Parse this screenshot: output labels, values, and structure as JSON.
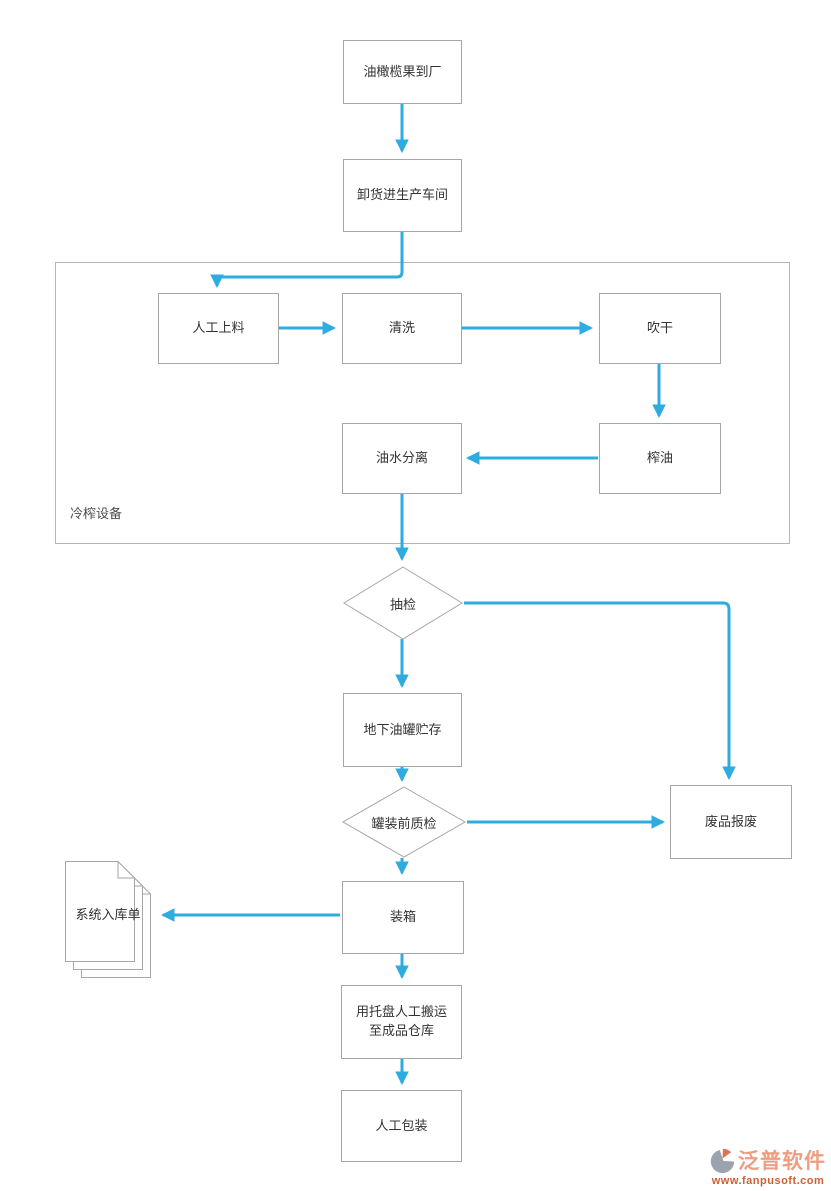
{
  "colors": {
    "connector_blue": "#2FACDF",
    "node_border_gray": "#A6A6A6",
    "group_border_gray": "#B5B5B5",
    "text_dark": "#333333",
    "brand_salmon": "#EF9D82",
    "brand_url_orange": "#CF5F33",
    "logo_gray": "#9AA3AE",
    "logo_orange": "#DF7352"
  },
  "flowchart": {
    "nodes": {
      "arrive": {
        "label": "油橄榄果到厂",
        "type": "process"
      },
      "unload": {
        "label": "卸货进生产车间",
        "type": "process"
      },
      "cold_press_section": {
        "label": "冷榨设备",
        "type": "group"
      },
      "loading": {
        "label": "人工上料",
        "type": "process"
      },
      "washing": {
        "label": "清洗",
        "type": "process"
      },
      "drying": {
        "label": "吹干",
        "type": "process"
      },
      "pressing": {
        "label": "榨油",
        "type": "process"
      },
      "separation": {
        "label": "油水分离",
        "type": "process"
      },
      "sampling": {
        "label": "抽检",
        "type": "decision"
      },
      "storage": {
        "label": "地下油罐贮存",
        "type": "process"
      },
      "precheck": {
        "label": "罐装前质检",
        "type": "decision"
      },
      "scrap": {
        "label": "废品报废",
        "type": "process"
      },
      "packing": {
        "label": "装箱",
        "type": "process"
      },
      "warehouse_doc": {
        "label": "系统入库单",
        "type": "document"
      },
      "transport": {
        "label": "用托盘人工搬运至成品仓库",
        "lines": [
          "用托盘人工搬运",
          "至成品仓库"
        ],
        "type": "process"
      },
      "manual_packaging": {
        "label": "人工包装",
        "type": "process"
      }
    },
    "edges": [
      "arrive->unload",
      "unload->loading",
      "loading->washing",
      "washing->drying",
      "drying->pressing",
      "pressing->separation",
      "separation->sampling",
      "sampling->storage",
      "sampling->scrap",
      "storage->precheck",
      "precheck->scrap",
      "precheck->packing",
      "packing->warehouse_doc",
      "packing->transport",
      "transport->manual_packaging"
    ]
  },
  "watermark": {
    "brand": "泛普软件",
    "url": "www.fanpusoft.com"
  }
}
